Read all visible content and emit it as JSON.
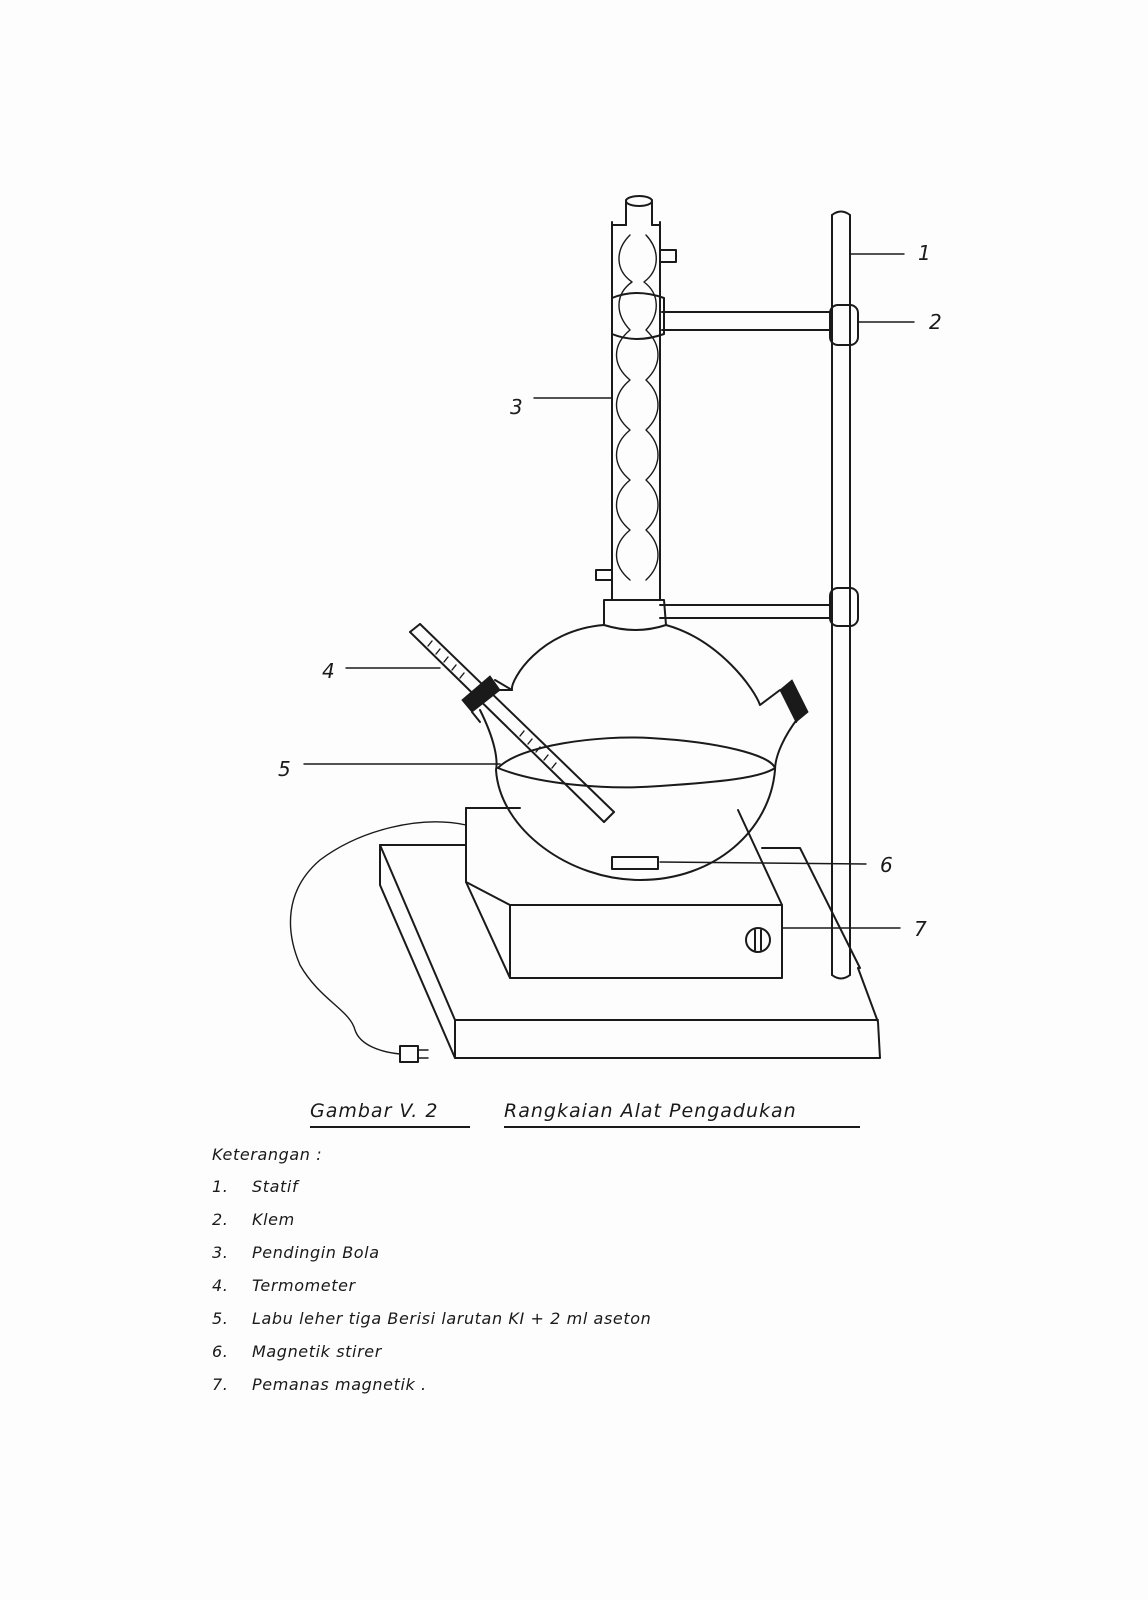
{
  "diagram": {
    "callouts": [
      {
        "id": "1",
        "label": "1"
      },
      {
        "id": "2",
        "label": "2"
      },
      {
        "id": "3",
        "label": "3"
      },
      {
        "id": "4",
        "label": "4"
      },
      {
        "id": "5",
        "label": "5"
      },
      {
        "id": "6",
        "label": "6"
      },
      {
        "id": "7",
        "label": "7"
      }
    ]
  },
  "caption": {
    "figure": "Gambar V. 2",
    "title": "Rangkaian Alat Pengadukan"
  },
  "legend": {
    "title": "Keterangan :",
    "items": [
      {
        "num": "1.",
        "text": "Statif"
      },
      {
        "num": "2.",
        "text": "Klem"
      },
      {
        "num": "3.",
        "text": "Pendingin Bola"
      },
      {
        "num": "4.",
        "text": "Termometer"
      },
      {
        "num": "5.",
        "text": "Labu leher tiga Berisi larutan KI + 2 ml aseton"
      },
      {
        "num": "6.",
        "text": "Magnetik stirer"
      },
      {
        "num": "7.",
        "text": "Pemanas magnetik ."
      }
    ]
  }
}
